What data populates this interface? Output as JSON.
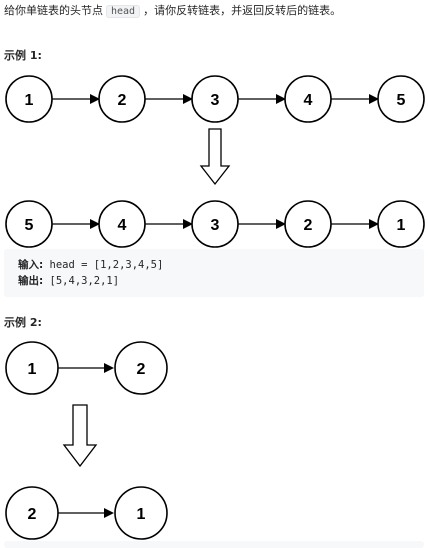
{
  "description": {
    "before": "给你单链表的头节点",
    "code": "head",
    "after": "，请你反转链表，并返回反转后的链表。"
  },
  "example1": {
    "title": "示例 1:",
    "input_nodes": [
      "1",
      "2",
      "3",
      "4",
      "5"
    ],
    "output_nodes": [
      "5",
      "4",
      "3",
      "2",
      "1"
    ],
    "input_label": "输入:",
    "input_value": "head = [1,2,3,4,5]",
    "output_label": "输出:",
    "output_value": "[5,4,3,2,1]"
  },
  "example2": {
    "title": "示例 2:",
    "input_nodes": [
      "1",
      "2"
    ],
    "output_nodes": [
      "2",
      "1"
    ]
  }
}
